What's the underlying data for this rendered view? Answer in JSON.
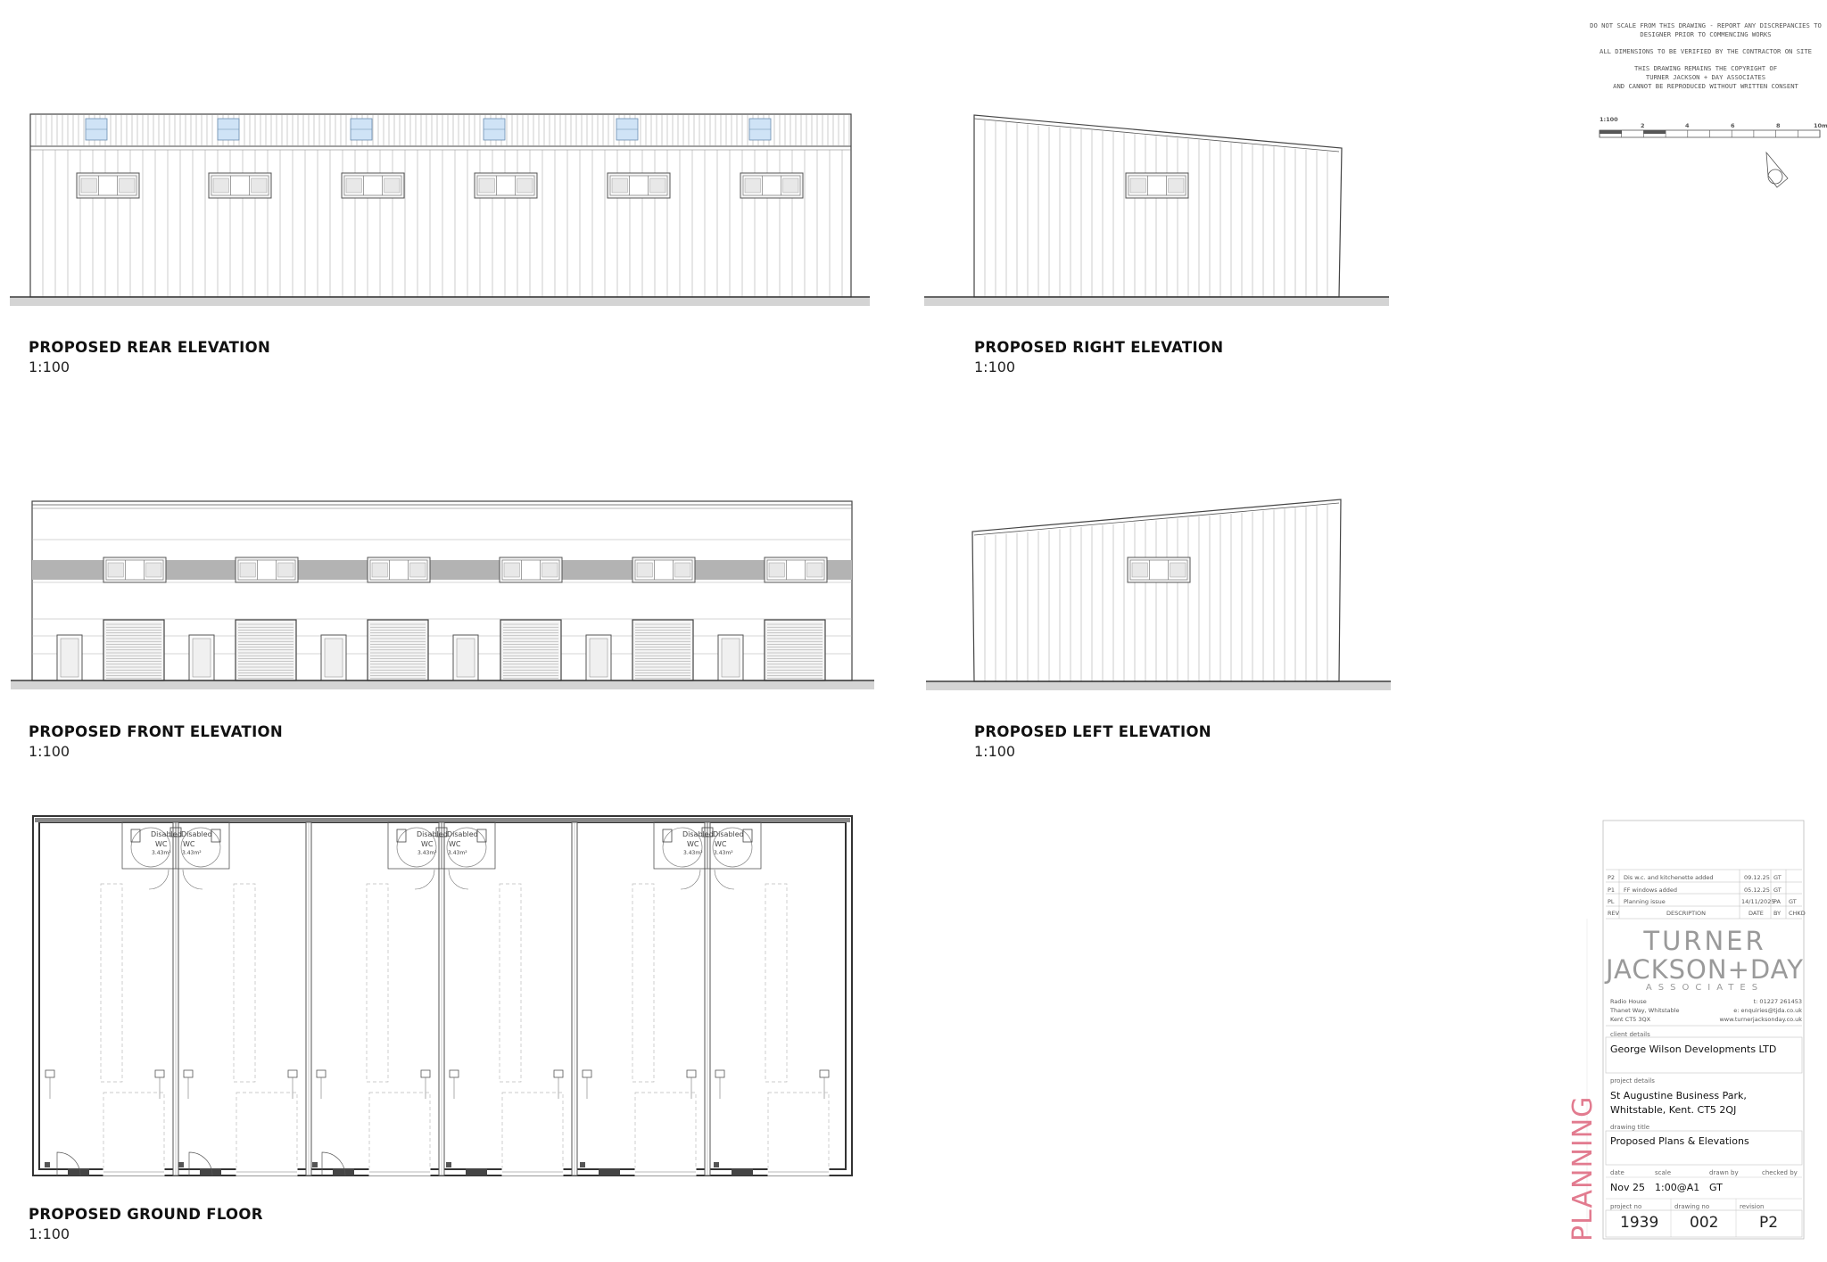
{
  "notes": [
    "DO NOT SCALE FROM THIS DRAWING - REPORT ANY DISCREPANCIES TO",
    "DESIGNER PRIOR TO COMMENCING WORKS",
    "ALL DIMENSIONS TO BE VERIFIED BY THE CONTRACTOR ON SITE",
    "THIS DRAWING REMAINS THE COPYRIGHT OF",
    "TURNER JACKSON + DAY ASSOCIATES",
    "AND CANNOT BE REPRODUCED WITHOUT WRITTEN CONSENT"
  ],
  "scale_bar": {
    "ratio": "1:100",
    "ticks": [
      "2",
      "4",
      "6",
      "8",
      "10m"
    ]
  },
  "views": {
    "rear": {
      "title": "PROPOSED REAR ELEVATION",
      "scale": "1:100"
    },
    "right": {
      "title": "PROPOSED RIGHT ELEVATION",
      "scale": "1:100"
    },
    "front": {
      "title": "PROPOSED FRONT ELEVATION",
      "scale": "1:100"
    },
    "left": {
      "title": "PROPOSED LEFT ELEVATION",
      "scale": "1:100"
    },
    "ground": {
      "title": "PROPOSED GROUND FLOOR",
      "scale": "1:100"
    }
  },
  "room_labels": {
    "wc": "WC",
    "disabled": "Disabled",
    "area": "3.43m²"
  },
  "revisions": {
    "rows": [
      {
        "rev": "P2",
        "description": "Dis w.c. and kitchenette added",
        "date": "09.12.25",
        "by": "GT",
        "chkd": ""
      },
      {
        "rev": "P1",
        "description": "FF windows added",
        "date": "05.12.25",
        "by": "GT",
        "chkd": ""
      },
      {
        "rev": "PL",
        "description": "Planning issue",
        "date": "14/11/2025",
        "by": "PA",
        "chkd": "GT"
      }
    ],
    "headers": {
      "rev": "REV",
      "description": "DESCRIPTION",
      "date": "DATE",
      "by": "BY",
      "chkd": "CHKD"
    }
  },
  "brand": {
    "line1": "TURNER",
    "line2": "JACKSON+DAY",
    "line3": "ASSOCIATES"
  },
  "office": {
    "address": [
      "Radio House",
      "Thanet Way, Whitstable",
      "Kent CT5 3QX"
    ],
    "contact": [
      "t: 01227 261453",
      "e: enquiries@tjda.co.uk",
      "www.turnerjacksonday.co.uk"
    ]
  },
  "client": {
    "label": "client details",
    "value": "George Wilson Developments LTD"
  },
  "project": {
    "label": "project details",
    "line1": "St Augustine Business Park,",
    "line2": "Whitstable, Kent. CT5 2QJ"
  },
  "drawing": {
    "label": "drawing title",
    "value": "Proposed Plans & Elevations"
  },
  "meta": {
    "date_label": "date",
    "date": "Nov 25",
    "scale_label": "scale",
    "scale": "1:00@A1",
    "drawn_label": "drawn by",
    "drawn": "GT",
    "checked_label": "checked by",
    "checked": ""
  },
  "numbers": {
    "project_label": "project no",
    "project": "1939",
    "drawing_label": "drawing no",
    "drawing": "002",
    "revision_label": "revision",
    "revision": "P2"
  },
  "status": "PLANNING",
  "colors": {
    "glass": "#cfe3f6",
    "band": "#b3b3b3",
    "ground": "#d4d4d4",
    "planning": "#e27b8f"
  }
}
